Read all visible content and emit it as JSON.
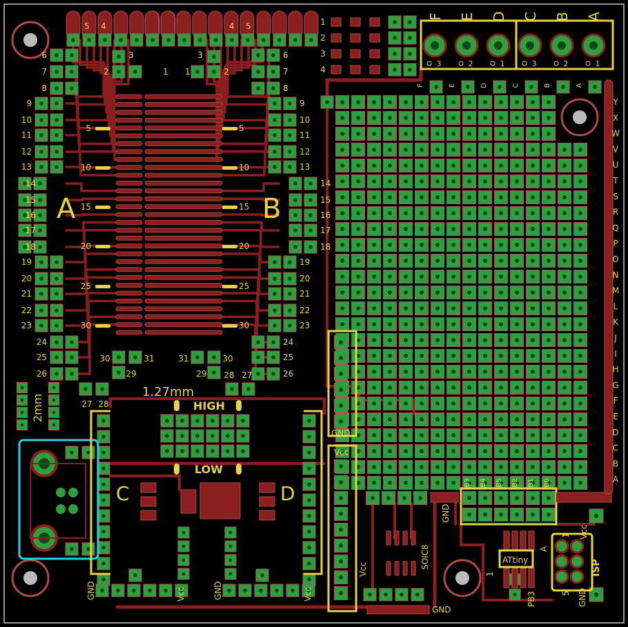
{
  "labels": {
    "chip_a": "A",
    "chip_b": "B",
    "chip_c": "C",
    "chip_d": "D",
    "pitch": "1.27mm",
    "high": "HIGH",
    "low": "LOW",
    "two_mm": "2mm",
    "gnd": "GND",
    "vcc": "Vcc",
    "soic8": "SOIC8",
    "attiny": "ATtiny",
    "isp": "ISP",
    "pb3": "PB3",
    "five": "5",
    "one": "1",
    "a_small": "A"
  },
  "top_letters": [
    "F",
    "E",
    "D",
    "C",
    "B",
    "A"
  ],
  "bottom_terminal_numbers": [
    "3",
    "2",
    "1",
    "3",
    "2",
    "1"
  ],
  "terminal_header_letters": [
    "F",
    "E",
    "D",
    "C",
    "B",
    "A"
  ],
  "right_row_letters": [
    "Y",
    "X",
    "W",
    "V",
    "U",
    "T",
    "S",
    "R",
    "Q",
    "P",
    "O",
    "N",
    "M",
    "L",
    "K",
    "J",
    "I",
    "H",
    "G",
    "F",
    "E",
    "D",
    "C",
    "B",
    "A"
  ],
  "jumper_numbers": [
    "1",
    "2",
    "3",
    "4"
  ],
  "b_header_labels": [
    "B3",
    "B4",
    "B5",
    "B2",
    "B1",
    "B0"
  ],
  "left_pin_numbers": [
    "6",
    "7",
    "8",
    "9",
    "10",
    "11",
    "12",
    "13",
    "14",
    "15",
    "16",
    "17",
    "18",
    "19",
    "20",
    "21",
    "22",
    "23",
    "24",
    "25",
    "26"
  ],
  "top_pin_numbers": [
    "5",
    "4",
    "3",
    "2",
    "1"
  ],
  "bottom_pin_numbers": [
    "27",
    "28",
    "29",
    "30",
    "31"
  ],
  "center_pin_marks": [
    "5",
    "10",
    "15",
    "20",
    "25",
    "30"
  ]
}
